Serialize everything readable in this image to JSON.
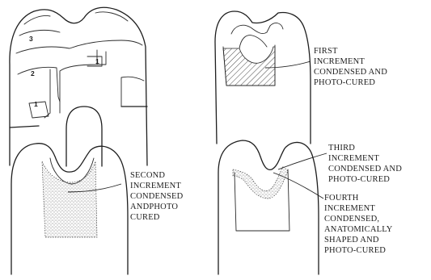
{
  "panel_a": {
    "layer_numbers": [
      "3",
      "2",
      "1",
      "1"
    ]
  },
  "panel_b": {
    "label": [
      "FIRST",
      "INCREMENT",
      "CONDENSED AND",
      "PHOTO-CURED"
    ]
  },
  "panel_c": {
    "label": [
      "SECOND",
      "INCREMENT",
      "CONDENSED",
      "ANDPHOTO",
      "CURED"
    ]
  },
  "panel_d": {
    "label_third": [
      "THIRD",
      "INCREMENT",
      "CONDENSED AND",
      "PHOTO-CURED"
    ],
    "label_fourth": [
      "FOURTH",
      "INCREMENT",
      "CONDENSED,",
      "ANATOMICALLY",
      "SHAPED AND",
      "PHOTO-CURED"
    ]
  }
}
